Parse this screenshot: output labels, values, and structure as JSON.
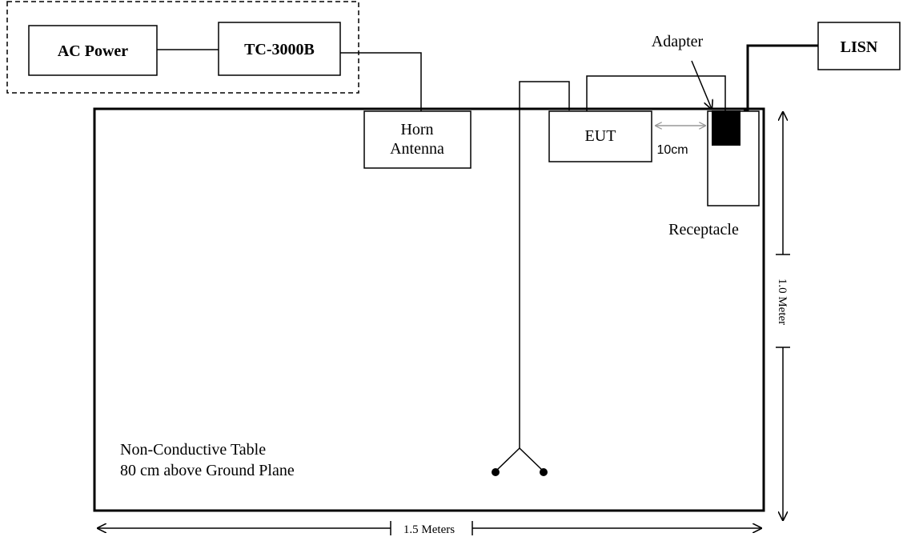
{
  "boxes": {
    "ac_power": "AC Power",
    "tc3000b": "TC-3000B",
    "lisn": "LISN",
    "horn_antenna_line1": "Horn",
    "horn_antenna_line2": "Antenna",
    "eut": "EUT"
  },
  "labels": {
    "adapter": "Adapter",
    "receptacle": "Receptacle",
    "spacing": "10cm",
    "table_line1": "Non-Conductive Table",
    "table_line2": "80 cm above Ground Plane",
    "width": "1.5 Meters",
    "height": "1.0 Meter"
  },
  "colors": {
    "line": "#000000",
    "spacing_arrow": "#999999",
    "adapter_fill": "#000000"
  }
}
